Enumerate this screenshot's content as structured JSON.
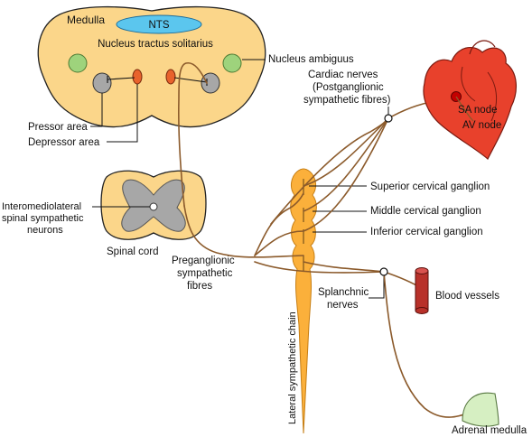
{
  "medulla": {
    "title": "Medulla",
    "nts": "NTS",
    "nucleus_tractus_solitarius": "Nucleus tractus solitarius",
    "nucleus_ambiguus": "Nucleus ambiguus",
    "pressor_area": "Pressor area",
    "depressor_area": "Depressor area"
  },
  "spinal": {
    "intermediolateral_line1": "Interomediolateral",
    "intermediolateral_line2": "spinal sympathetic",
    "intermediolateral_line3": "neurons",
    "spinal_cord": "Spinal cord",
    "preganglionic_line1": "Preganglionic",
    "preganglionic_line2": "sympathetic",
    "preganglionic_line3": "fibres"
  },
  "chain": {
    "lateral_chain": "Lateral sympathetic chain",
    "superior": "Superior cervical ganglion",
    "middle": "Middle cervical ganglion",
    "inferior": "Inferior cervical ganglion",
    "splanchnic_line1": "Splanchnic",
    "splanchnic_line2": "nerves"
  },
  "heart": {
    "cardiac_line1": "Cardiac nerves",
    "cardiac_line2": "(Postganglionic",
    "cardiac_line3": "sympathetic fibres)",
    "sa_node": "SA node",
    "av_node": "AV node"
  },
  "targets": {
    "blood_vessels": "Blood vessels",
    "adrenal_medulla": "Adrenal medulla"
  },
  "colors": {
    "medulla_fill": "#fbd68a",
    "nts_fill": "#5bc6ee",
    "nucleus_ambiguus_fill": "#9ed37c",
    "pressor_fill": "#a7a7a7",
    "depressor_fill": "#e8622c",
    "chain_fill": "#fbb03b",
    "heart_fill": "#e8412c",
    "vessel_fill": "#b8312a",
    "adrenal_fill": "#d6efc2",
    "nerve_stroke": "#8b5a2b"
  }
}
